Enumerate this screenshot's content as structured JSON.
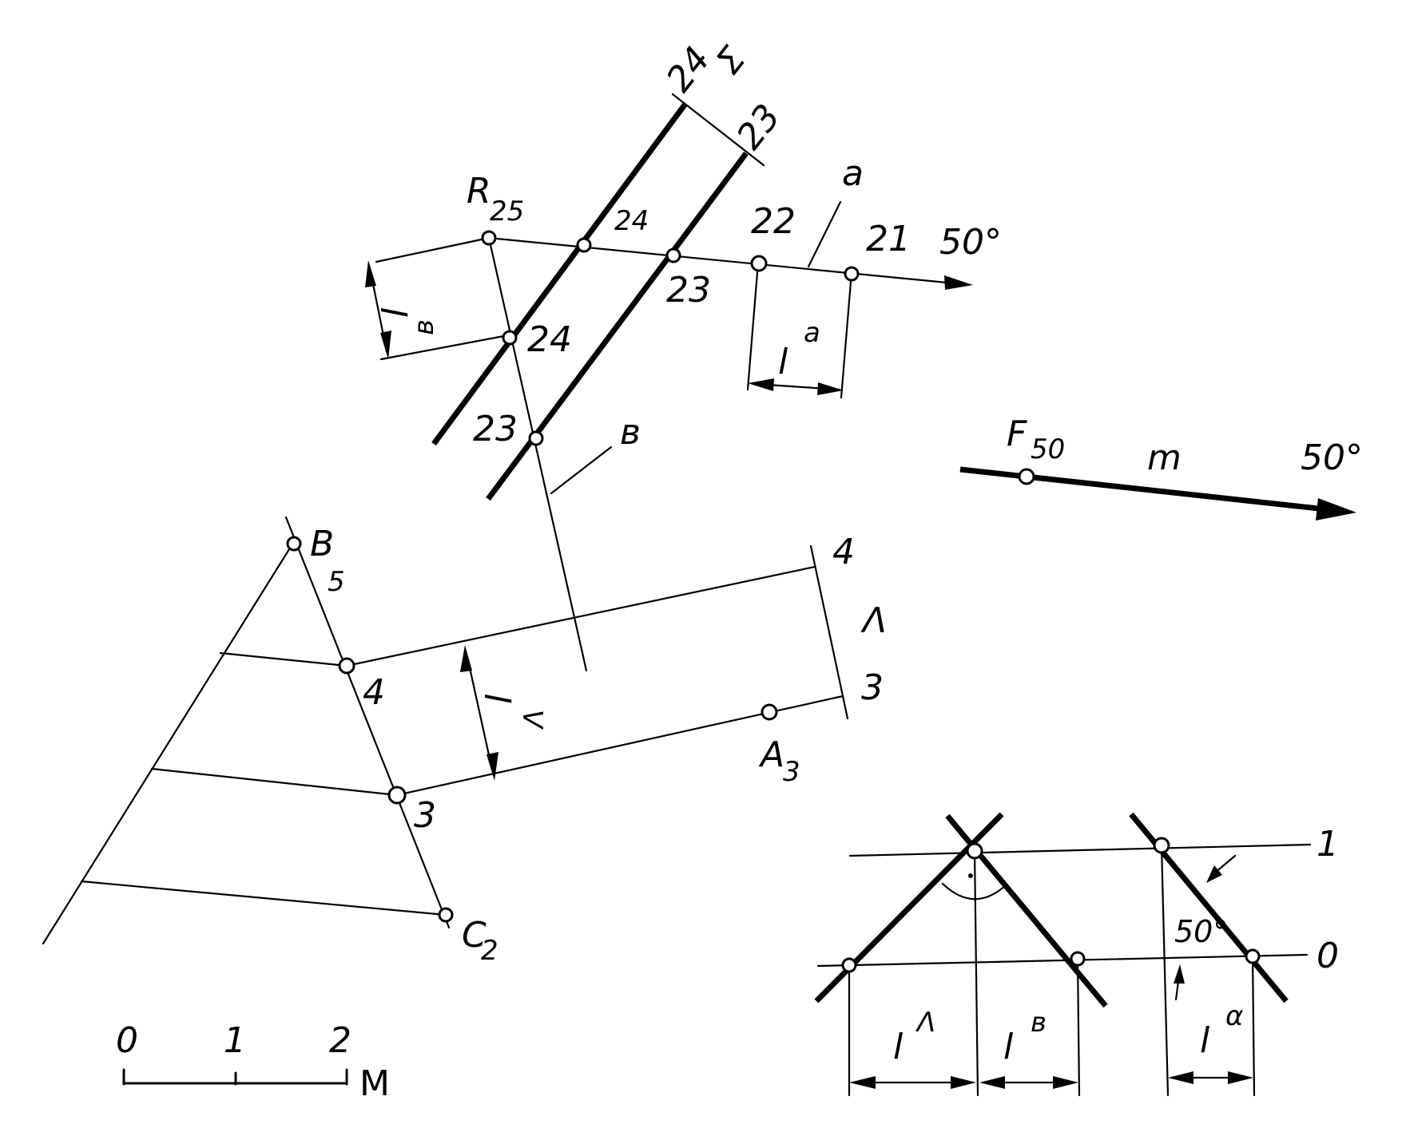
{
  "labels": {
    "R": "R",
    "R_sub": "25",
    "sigma_24": "24",
    "sigma_symbol": "Σ",
    "sigma_23": "23",
    "a": "a",
    "top_24": "24",
    "top_23": "23",
    "n22": "22",
    "n21": "21",
    "deg_top": "50°",
    "lb_dim": "l",
    "lb_sup": "в",
    "mid_24": "24",
    "mid_23": "23",
    "la_dim": "l",
    "la_sup": "a",
    "b": "в",
    "F": "F",
    "F_sub": "50",
    "m": "m",
    "deg_m": "50°",
    "B": "B",
    "B_sub": "5",
    "lambda_4": "4",
    "lambda_sym": "Λ",
    "lambda_3": "3",
    "tri_4": "4",
    "ll_dim": "l",
    "ll_sup": "Λ",
    "A": "A",
    "A_sub": "3",
    "tri_3": "3",
    "C": "C",
    "C_sub": "2",
    "scale_0": "0",
    "scale_1": "1",
    "scale_2": "2",
    "scale_unit": "M",
    "lev_1": "1",
    "lev_0": "0",
    "deg_small": "50°",
    "bl_l": "l",
    "bl_l_sup": "Λ",
    "bl_b": "l",
    "bl_b_sup": "в",
    "bl_a": "l",
    "bl_a_sup": "α"
  }
}
